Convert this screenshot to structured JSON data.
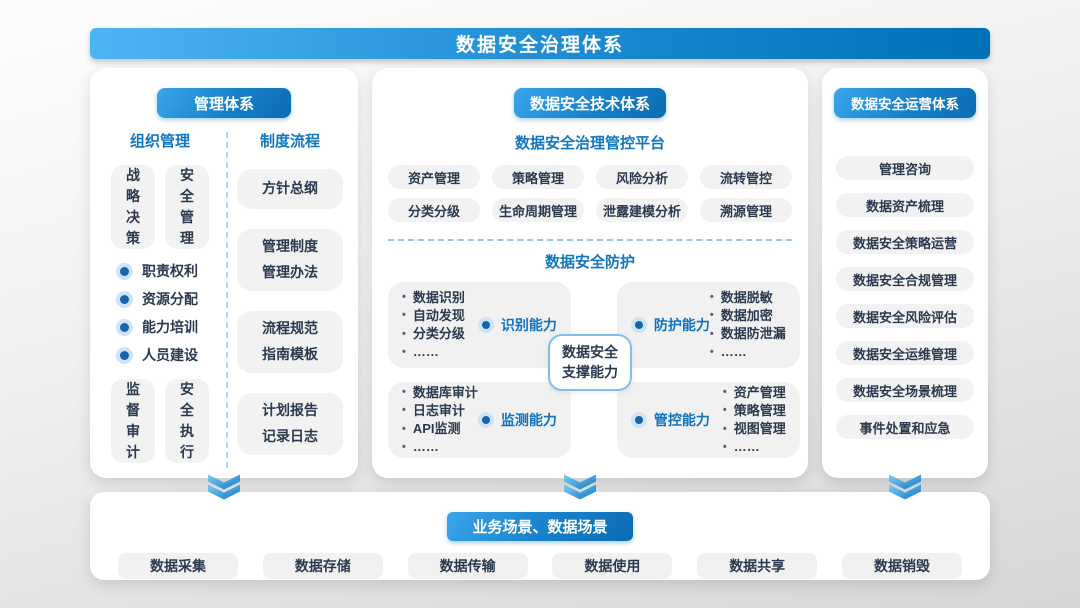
{
  "title": "数据安全治理体系",
  "colors": {
    "banner_gradient_start": "#4db5f4",
    "banner_gradient_end": "#0070b8",
    "button_gradient_start": "#3aa6ea",
    "button_gradient_end": "#0a6cb5",
    "heading_blue": "#1277c3",
    "capability_label_blue": "#1173c0",
    "text_dark": "#2b3a4e",
    "chip_background": "#f2f2f2",
    "bubble_border_blue": "#7fc0ea",
    "chevron_blue_light": "#7acdf5",
    "chevron_blue_dark": "#1579c6"
  },
  "icons": {
    "bullet": "•"
  },
  "management": {
    "header": "管理体系",
    "org": {
      "header": "组织管理",
      "top_boxes": [
        "战略决策",
        "安全管理"
      ],
      "bullets": [
        "职责权利",
        "资源分配",
        "能力培训",
        "人员建设"
      ],
      "bottom_boxes": [
        "监督审计",
        "安全执行"
      ]
    },
    "process": {
      "header": "制度流程",
      "boxes": [
        {
          "lines": [
            "方针总纲"
          ]
        },
        {
          "lines": [
            "管理制度",
            "管理办法"
          ]
        },
        {
          "lines": [
            "流程规范",
            "指南模板"
          ]
        },
        {
          "lines": [
            "计划报告",
            "记录日志"
          ]
        }
      ]
    }
  },
  "technology": {
    "header": "数据安全技术体系",
    "platform_title": "数据安全治理管控平台",
    "platform_chips": [
      "资产管理",
      "策略管理",
      "风险分析",
      "流转管控",
      "分类分级",
      "生命周期管理",
      "泄露建模分析",
      "溯源管理"
    ],
    "protection_title": "数据安全防护",
    "capabilities": [
      {
        "label": "识别能力",
        "items": [
          "数据识别",
          "自动发现",
          "分类分级",
          "……"
        ]
      },
      {
        "label": "防护能力",
        "items": [
          "数据脱敏",
          "数据加密",
          "数据防泄漏",
          "……"
        ]
      },
      {
        "label": "监测能力",
        "items": [
          "数据库审计",
          "日志审计",
          "API监测",
          "……"
        ]
      },
      {
        "label": "管控能力",
        "items": [
          "资产管理",
          "策略管理",
          "视图管理",
          "……"
        ]
      }
    ],
    "support_lines": [
      "数据安全",
      "支撑能力"
    ]
  },
  "operations": {
    "header": "数据安全运营体系",
    "items": [
      "管理咨询",
      "数据资产梳理",
      "数据安全策略运营",
      "数据安全合规管理",
      "数据安全风险评估",
      "数据安全运维管理",
      "数据安全场景梳理",
      "事件处置和应急"
    ]
  },
  "scenarios": {
    "header": "业务场景、数据场景",
    "items": [
      "数据采集",
      "数据存储",
      "数据传输",
      "数据使用",
      "数据共享",
      "数据销毁"
    ]
  }
}
